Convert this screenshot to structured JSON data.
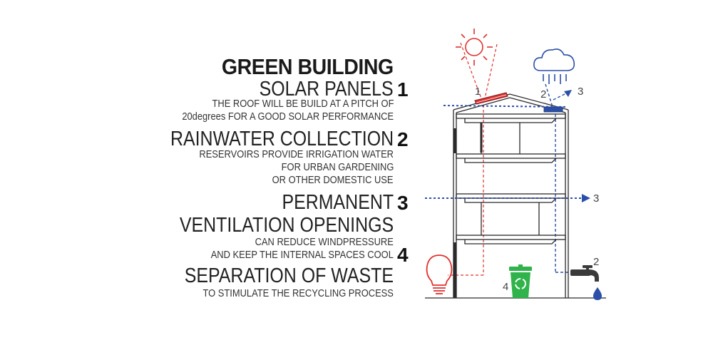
{
  "title": "GREEN BUILDING",
  "sections": [
    {
      "number": "1",
      "heading": "SOLAR PANELS",
      "lines": [
        "THE ROOF WILL BE BUILD AT A PITCH OF",
        "20degrees FOR A GOOD SOLAR PERFORMANCE"
      ]
    },
    {
      "number": "2",
      "heading": "RAINWATER  COLLECTION",
      "lines": [
        "RESERVOIRS PROVIDE IRRIGATION WATER",
        "FOR URBAN GARDENING",
        "OR OTHER DOMESTIC USE"
      ]
    },
    {
      "number": "3",
      "heading_lines": [
        "PERMANENT",
        "VENTILATION OPENINGS"
      ],
      "lines": [
        "CAN REDUCE WINDPRESSURE",
        "AND KEEP THE INTERNAL SPACES COOL"
      ]
    },
    {
      "number": "4",
      "heading": "SEPARATION OF WASTE",
      "lines": [
        "TO STIMULATE THE RECYCLING PROCESS"
      ]
    }
  ],
  "diagram_labels": {
    "sun": "1",
    "rain": "2",
    "rain_arrow": "3",
    "vent_arrow": "3",
    "tap": "2",
    "bin": "4"
  },
  "colors": {
    "solar": "#e0312f",
    "water": "#2b4fa8",
    "bin": "#2fb34a",
    "building": "#2a2a2a"
  },
  "icons": [
    "sun-icon",
    "cloud-icon",
    "bulb-icon",
    "recycle-bin-icon",
    "tap-icon",
    "water-drop-icon"
  ]
}
